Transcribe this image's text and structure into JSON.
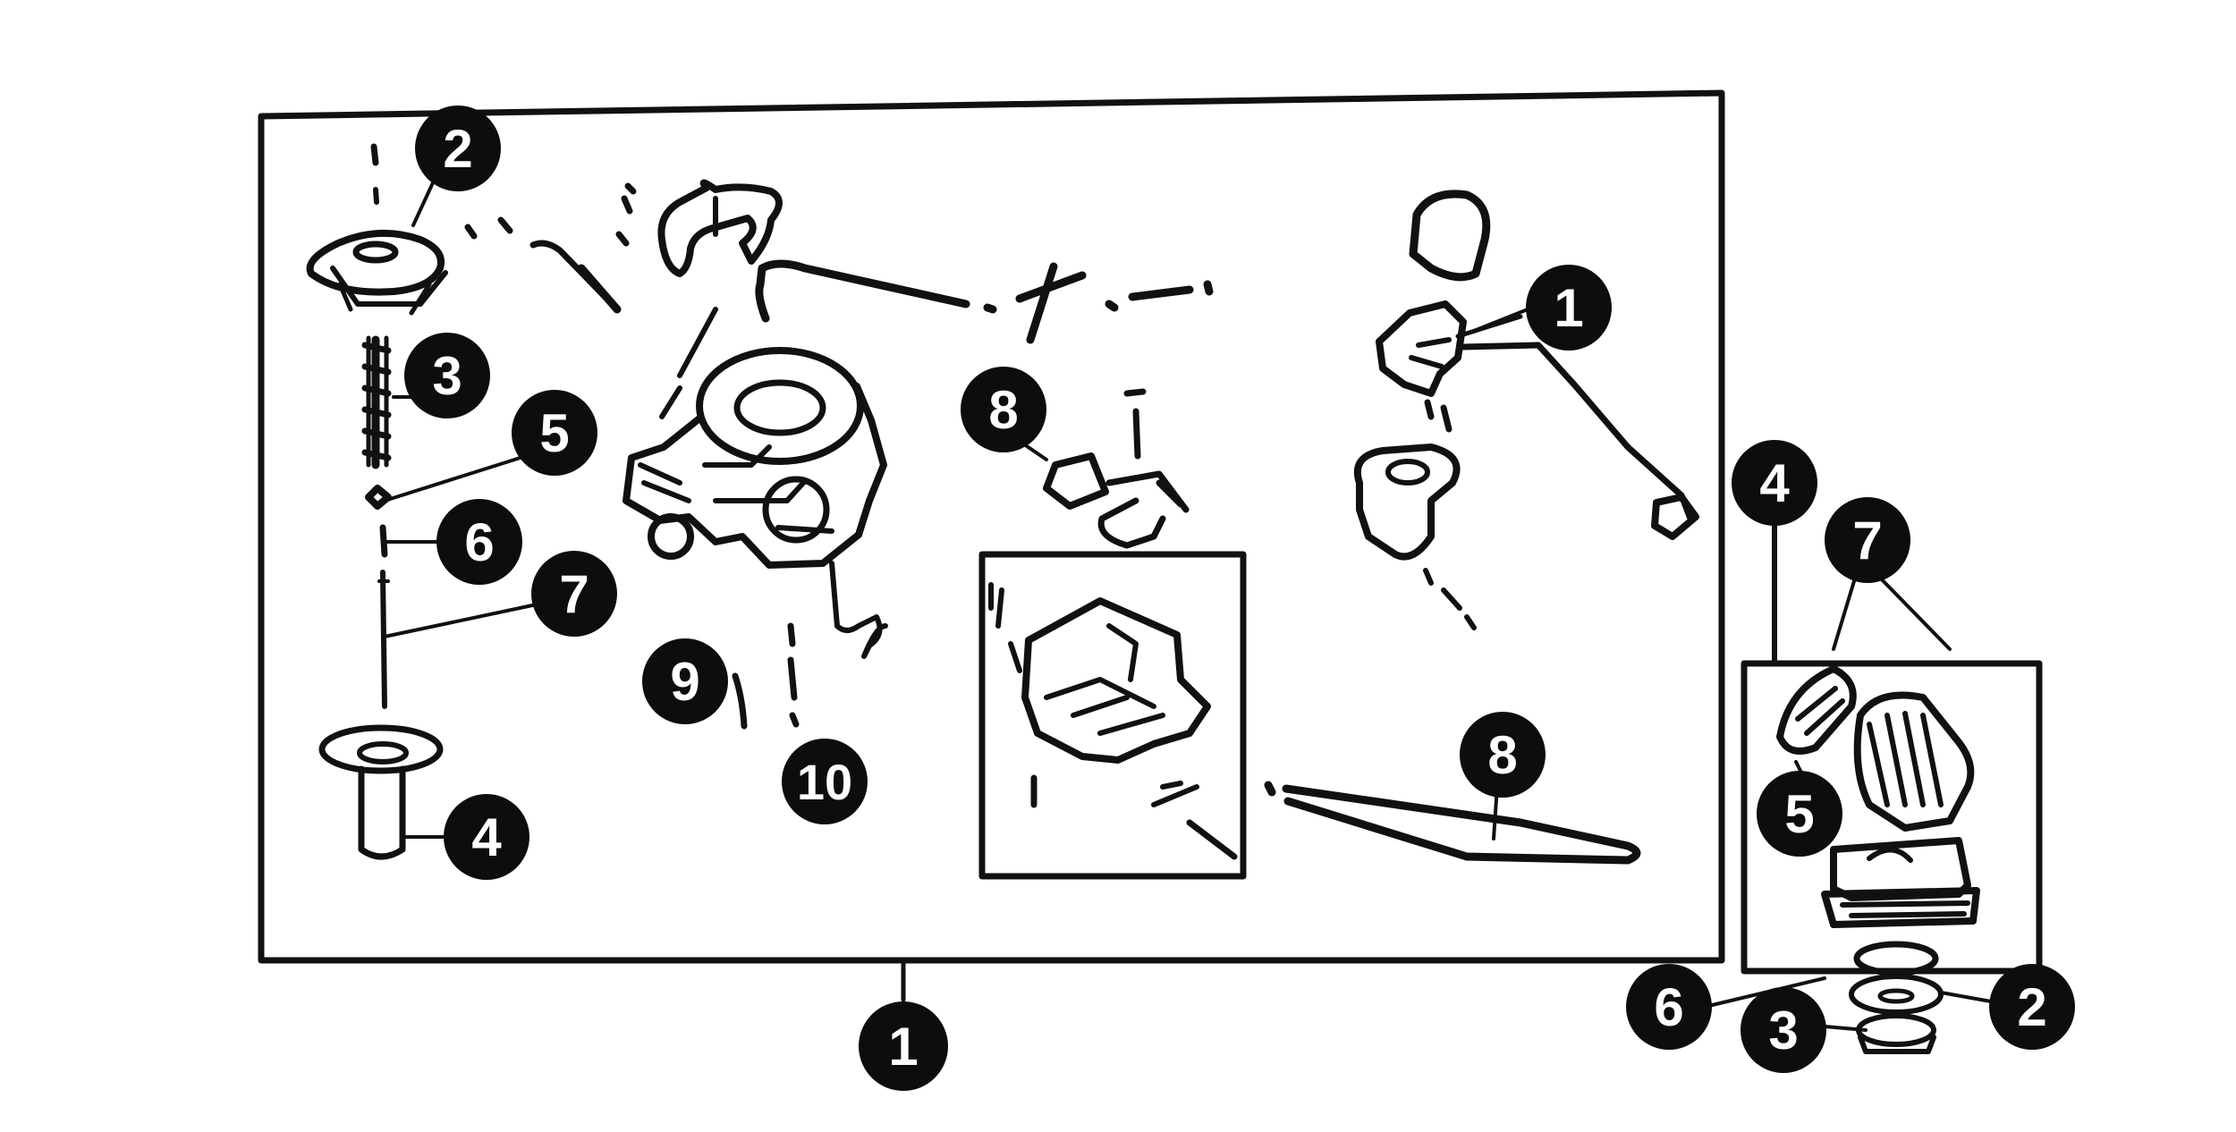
{
  "diagram": {
    "main_callout": "1",
    "main_box": {
      "callouts": {
        "diaphragm_cover": "2",
        "spring": "3",
        "needle_jet": "4",
        "clip": "5",
        "washer": "6",
        "jet_needle": "7",
        "hose_upper": "8",
        "pilot_screw": "9",
        "main_jet": "10",
        "throttle_sensor": "1",
        "fuel_hose": "8"
      }
    },
    "side_assembly": {
      "callouts": {
        "assembly": "4",
        "screws": "7",
        "gasket": "5",
        "washer": "6",
        "bolt": "3",
        "plate": "2"
      }
    },
    "colors": {
      "ink": "#111111",
      "background": "#ffffff",
      "callout_fill": "#0d0d0d",
      "callout_text": "#ffffff"
    }
  }
}
